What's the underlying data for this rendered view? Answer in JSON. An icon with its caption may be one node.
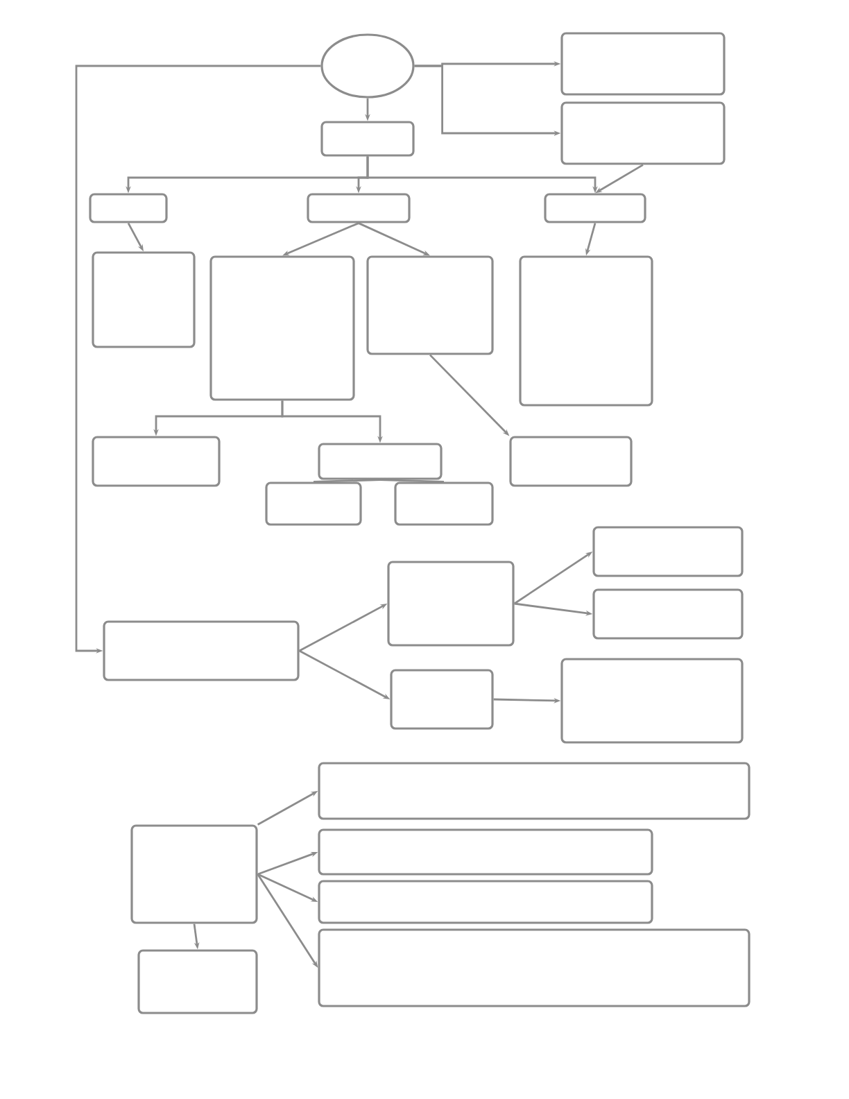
{
  "diagram": {
    "nodes": [
      {
        "text": [],
        "shape": "ellipse"
      },
      {
        "text": [],
        "shape": "box"
      },
      {
        "text": [],
        "shape": "box"
      },
      {
        "text": [],
        "shape": "box"
      },
      {
        "text": [],
        "shape": "box"
      },
      {
        "text": [],
        "shape": "box"
      },
      {
        "text": [],
        "shape": "box"
      },
      {
        "text": [],
        "shape": "box"
      },
      {
        "text": [],
        "shape": "box"
      },
      {
        "text": [],
        "shape": "box"
      },
      {
        "text": [],
        "shape": "box"
      },
      {
        "text": [],
        "shape": "box"
      },
      {
        "text": [],
        "shape": "box"
      },
      {
        "text": [],
        "shape": "box"
      },
      {
        "text": [],
        "shape": "box"
      },
      {
        "text": [],
        "shape": "box"
      },
      {
        "text": [],
        "shape": "box"
      },
      {
        "text": [],
        "shape": "box"
      },
      {
        "text": [],
        "shape": "box"
      },
      {
        "text": [],
        "shape": "box"
      },
      {
        "text": [],
        "shape": "box"
      },
      {
        "text": [],
        "shape": "box"
      },
      {
        "text": [],
        "shape": "box"
      },
      {
        "text": [],
        "shape": "box"
      },
      {
        "text": [],
        "shape": "box"
      },
      {
        "text": [],
        "shape": "box"
      },
      {
        "text": [],
        "shape": "box"
      },
      {
        "text": [],
        "shape": "box"
      }
    ],
    "edges": [
      {
        "from": 0,
        "to": 1,
        "arrow": "to"
      },
      {
        "from": 0,
        "to": 2,
        "arrow": "to"
      },
      {
        "from": 0,
        "to": 3,
        "arrow": "to"
      },
      {
        "from": 1,
        "to": 4,
        "arrow": "to"
      },
      {
        "from": 1,
        "to": 5,
        "arrow": "to"
      },
      {
        "from": 1,
        "to": 6,
        "arrow": "to"
      },
      {
        "from": 3,
        "to": 6,
        "arrow": "to"
      },
      {
        "from": 4,
        "to": 7,
        "arrow": "to"
      },
      {
        "from": 5,
        "to": 8,
        "arrow": "to"
      },
      {
        "from": 5,
        "to": 9,
        "arrow": "to"
      },
      {
        "from": 6,
        "to": 10,
        "arrow": "to"
      },
      {
        "from": 8,
        "to": 11,
        "arrow": "to"
      },
      {
        "from": 8,
        "to": 12,
        "arrow": "to"
      },
      {
        "from": 9,
        "to": 15,
        "arrow": "to"
      },
      {
        "from": 12,
        "to": 13,
        "arrow": "none"
      },
      {
        "from": 12,
        "to": 14,
        "arrow": "none"
      },
      {
        "from": 0,
        "to": 19,
        "arrow": "to"
      },
      {
        "from": 19,
        "to": 17,
        "arrow": "to"
      },
      {
        "from": 19,
        "to": 20,
        "arrow": "to"
      },
      {
        "from": 17,
        "to": 16,
        "arrow": "to"
      },
      {
        "from": 17,
        "to": 18,
        "arrow": "to"
      },
      {
        "from": 20,
        "to": 21,
        "arrow": "to"
      },
      {
        "from": 22,
        "to": 23,
        "arrow": "to"
      },
      {
        "from": 22,
        "to": 24,
        "arrow": "to"
      },
      {
        "from": 22,
        "to": 25,
        "arrow": "to"
      },
      {
        "from": 22,
        "to": 26,
        "arrow": "to"
      },
      {
        "from": 22,
        "to": 27,
        "arrow": "to"
      }
    ]
  }
}
